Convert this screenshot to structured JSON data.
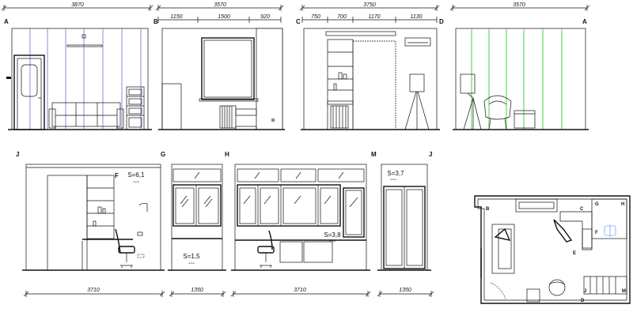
{
  "dimensions": {
    "top": {
      "ab": "3870",
      "bc": "3570",
      "bc_segments": [
        "1150",
        "1500",
        "920"
      ],
      "cd": "3750",
      "cd_segments": [
        "750",
        "700",
        "1170",
        "1130"
      ],
      "da": "3570"
    },
    "bottom": {
      "jf": "3710",
      "g": "1350",
      "h": "3710",
      "m": "1350"
    }
  },
  "letters": {
    "a_left": "A",
    "b": "B",
    "c": "C",
    "d": "D",
    "a_right": "A",
    "j_left": "J",
    "g": "G",
    "h": "H",
    "m": "M",
    "j_right": "J",
    "f": "F",
    "plan_b": "B",
    "plan_c": "C",
    "plan_g": "G",
    "plan_h": "H",
    "plan_f": "F",
    "plan_e": "E",
    "plan_j": "J",
    "plan_d": "D",
    "plan_m": "M"
  },
  "areas": {
    "f": "S=6,1",
    "g": "S=1,5",
    "h": "S=3,8",
    "m": "S=3,7",
    "sublabel": "плитка"
  },
  "colors": {
    "wall_a": "#6e6ee0",
    "wall_d": "#2fd12f",
    "line": "#111111",
    "brick": "#cfcfcf"
  }
}
